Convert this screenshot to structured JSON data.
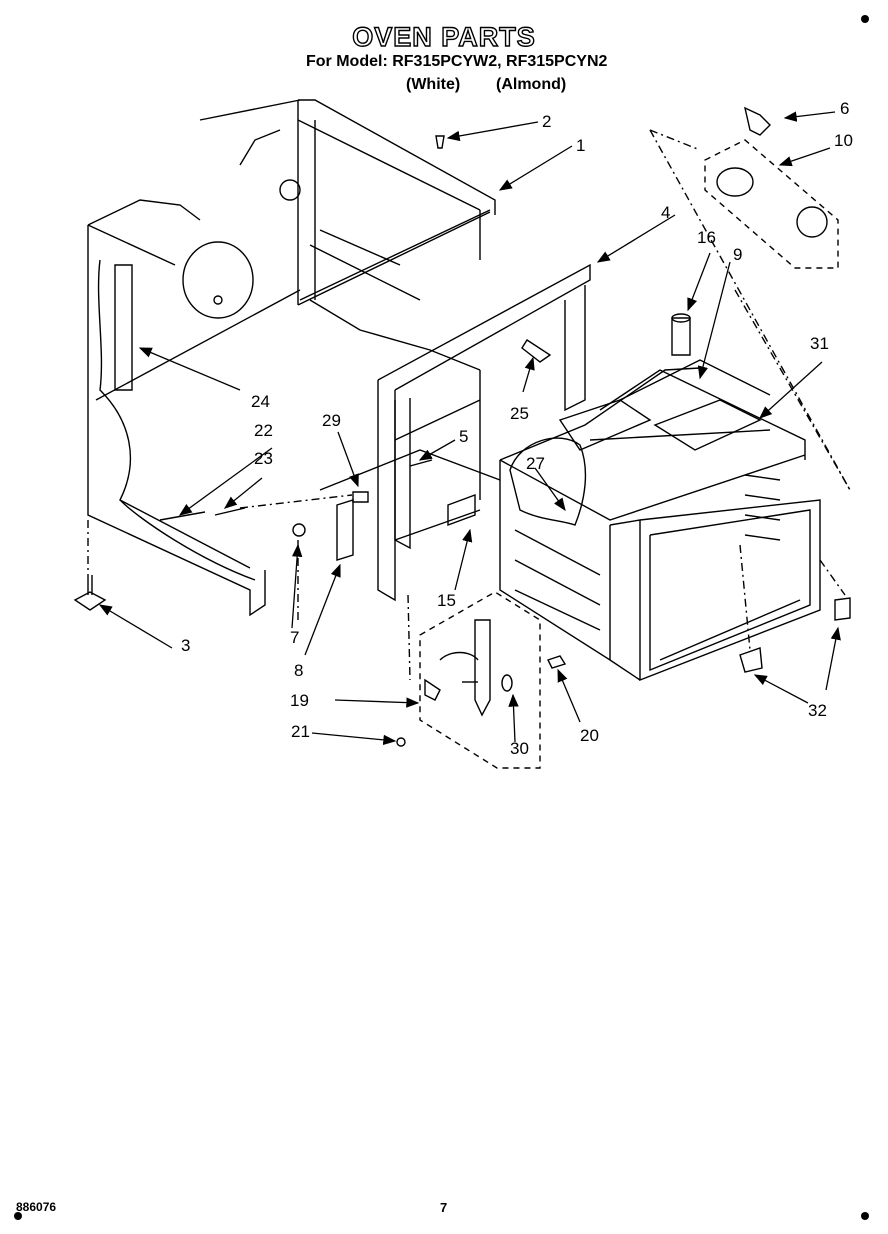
{
  "header": {
    "title": "OVEN PARTS",
    "model_line": "For Model: RF315PCYW2, RF315PCYN2",
    "color_white": "(White)",
    "color_almond": "(Almond)"
  },
  "callouts": {
    "c1": "1",
    "c2": "2",
    "c3": "3",
    "c4": "4",
    "c5": "5",
    "c6": "6",
    "c7": "7",
    "c8": "8",
    "c9": "9",
    "c10": "10",
    "c15": "15",
    "c16": "16",
    "c19": "19",
    "c20": "20",
    "c21": "21",
    "c22": "22",
    "c23": "23",
    "c24": "24",
    "c25": "25",
    "c27": "27",
    "c29": "29",
    "c30": "30",
    "c31": "31",
    "c32": "32"
  },
  "footer": {
    "doc_number": "886076",
    "page_number": "7"
  }
}
